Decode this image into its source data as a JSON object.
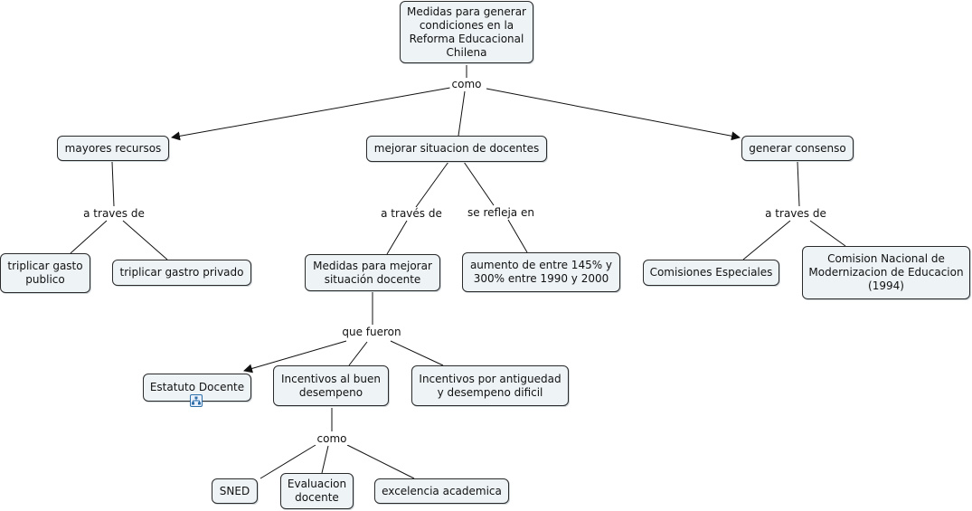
{
  "concepts": {
    "root": "Medidas para generar condiciones en la Reforma Educacional Chilena",
    "mayores": "mayores recursos",
    "mejorar": "mejorar situacion de docentes",
    "consenso": "generar consenso",
    "triplicar_publico": "triplicar gasto publico",
    "triplicar_privado": "triplicar gastro privado",
    "medidas_docente": "Medidas para mejorar situación docente",
    "aumento": "aumento de entre 145% y 300% entre 1990 y 2000",
    "comisiones": "Comisiones Especiales",
    "comision_nacional": "Comision Nacional de Modernizacion de Educacion (1994)",
    "estatuto": "Estatuto Docente",
    "incentivos_buen": "Incentivos al buen desempeno",
    "incentivos_antiguedad": "Incentivos por antiguedad y desempeno dificil",
    "sned": "SNED",
    "evaluacion": "Evaluacion docente",
    "excelencia": "excelencia academica"
  },
  "linking_phrases": {
    "como_top": "como",
    "a_traves_left": "a traves de",
    "a_traves_mid": "a través de",
    "se_refleja": "se refleja en",
    "a_traves_right": "a traves de",
    "que_fueron": "que fueron",
    "como_bottom": "como"
  },
  "icons": {
    "estatuto_resource": "concept-map-resource-icon"
  },
  "colors": {
    "node_fill": "#eef3f6",
    "node_border": "#2a2a2a",
    "line": "#111111"
  }
}
